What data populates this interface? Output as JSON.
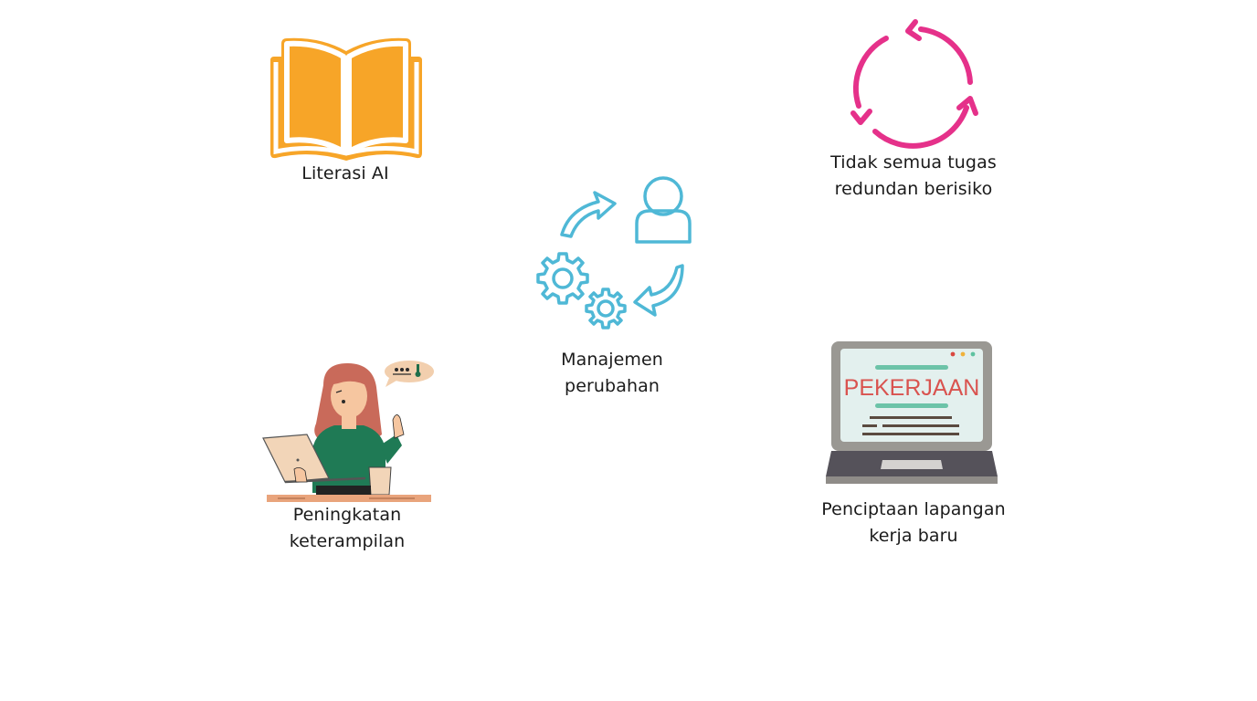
{
  "slide": {
    "background": "#ffffff",
    "items": [
      {
        "id": "literasi-ai",
        "icon": "open-book-icon",
        "color": "#f7a528",
        "lines": [
          "Literasi AI"
        ]
      },
      {
        "id": "tugas-redundan",
        "icon": "cycle-arrows-icon",
        "color": "#e5318a",
        "lines": [
          "Tidak semua tugas",
          "redundan berisiko"
        ]
      },
      {
        "id": "manajemen-perubahan",
        "icon": "change-management-icon",
        "color": "#4fb8d6",
        "lines": [
          "Manajemen",
          "perubahan"
        ]
      },
      {
        "id": "peningkatan-keterampilan",
        "icon": "woman-with-laptop-icon",
        "color": "#1f7a55",
        "lines": [
          "Peningkatan",
          "keterampilan"
        ]
      },
      {
        "id": "lapangan-kerja",
        "icon": "laptop-job-icon",
        "color": "#d9534f",
        "lines": [
          "Penciptaan lapangan",
          "kerja baru"
        ],
        "screen_text": "PEKERJAAN"
      }
    ]
  }
}
